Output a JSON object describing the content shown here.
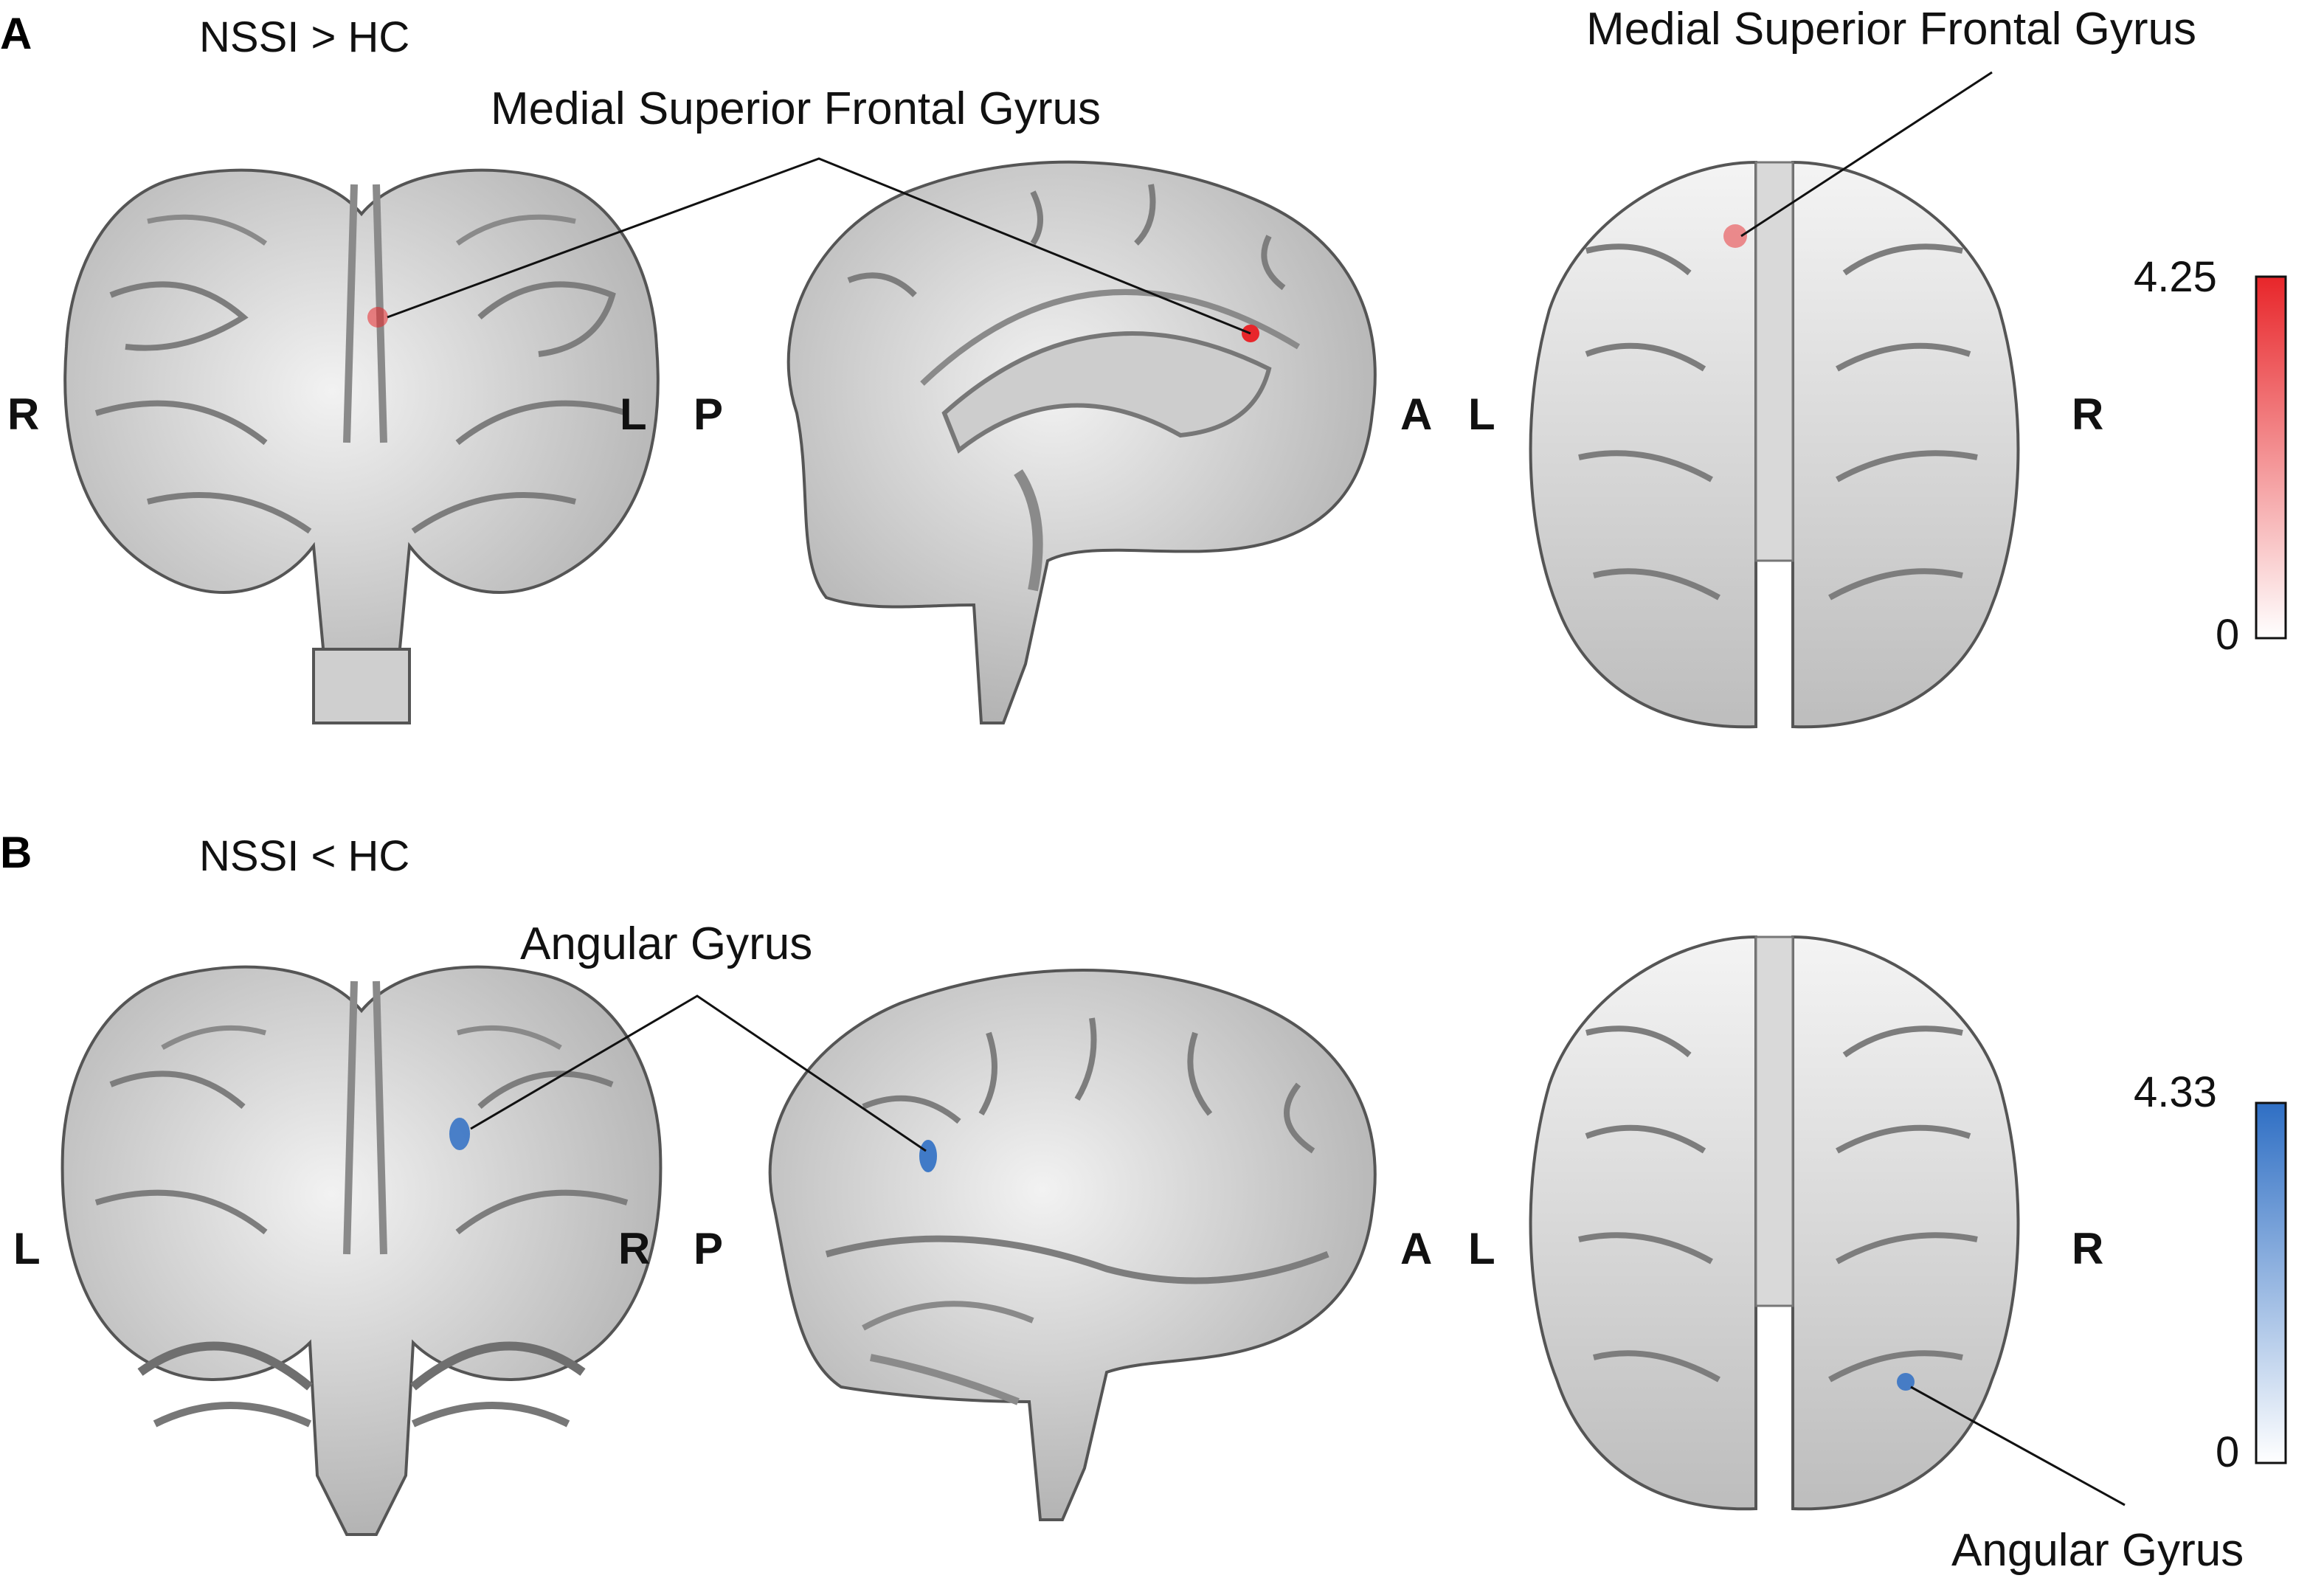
{
  "panels": [
    {
      "letter": "A",
      "contrast": "NSSI > HC",
      "annotation_middle": "Medial Superior Frontal Gyrus",
      "annotation_right": "Medial Superior Frontal Gyrus",
      "coronal_left": "R",
      "coronal_right": "L",
      "sagittal_left": "P",
      "sagittal_right": "A",
      "axial_left": "L",
      "axial_right": "R",
      "colorbar_max": "4.25",
      "colorbar_min": "0",
      "color": "#e8262a"
    },
    {
      "letter": "B",
      "contrast": "NSSI < HC",
      "annotation_middle": "Angular Gyrus",
      "annotation_right": "Angular Gyrus",
      "coronal_left": "L",
      "coronal_right": "R",
      "sagittal_left": "P",
      "sagittal_right": "A",
      "axial_left": "L",
      "axial_right": "R",
      "colorbar_max": "4.33",
      "colorbar_min": "0",
      "color": "#2f6fc4"
    }
  ]
}
